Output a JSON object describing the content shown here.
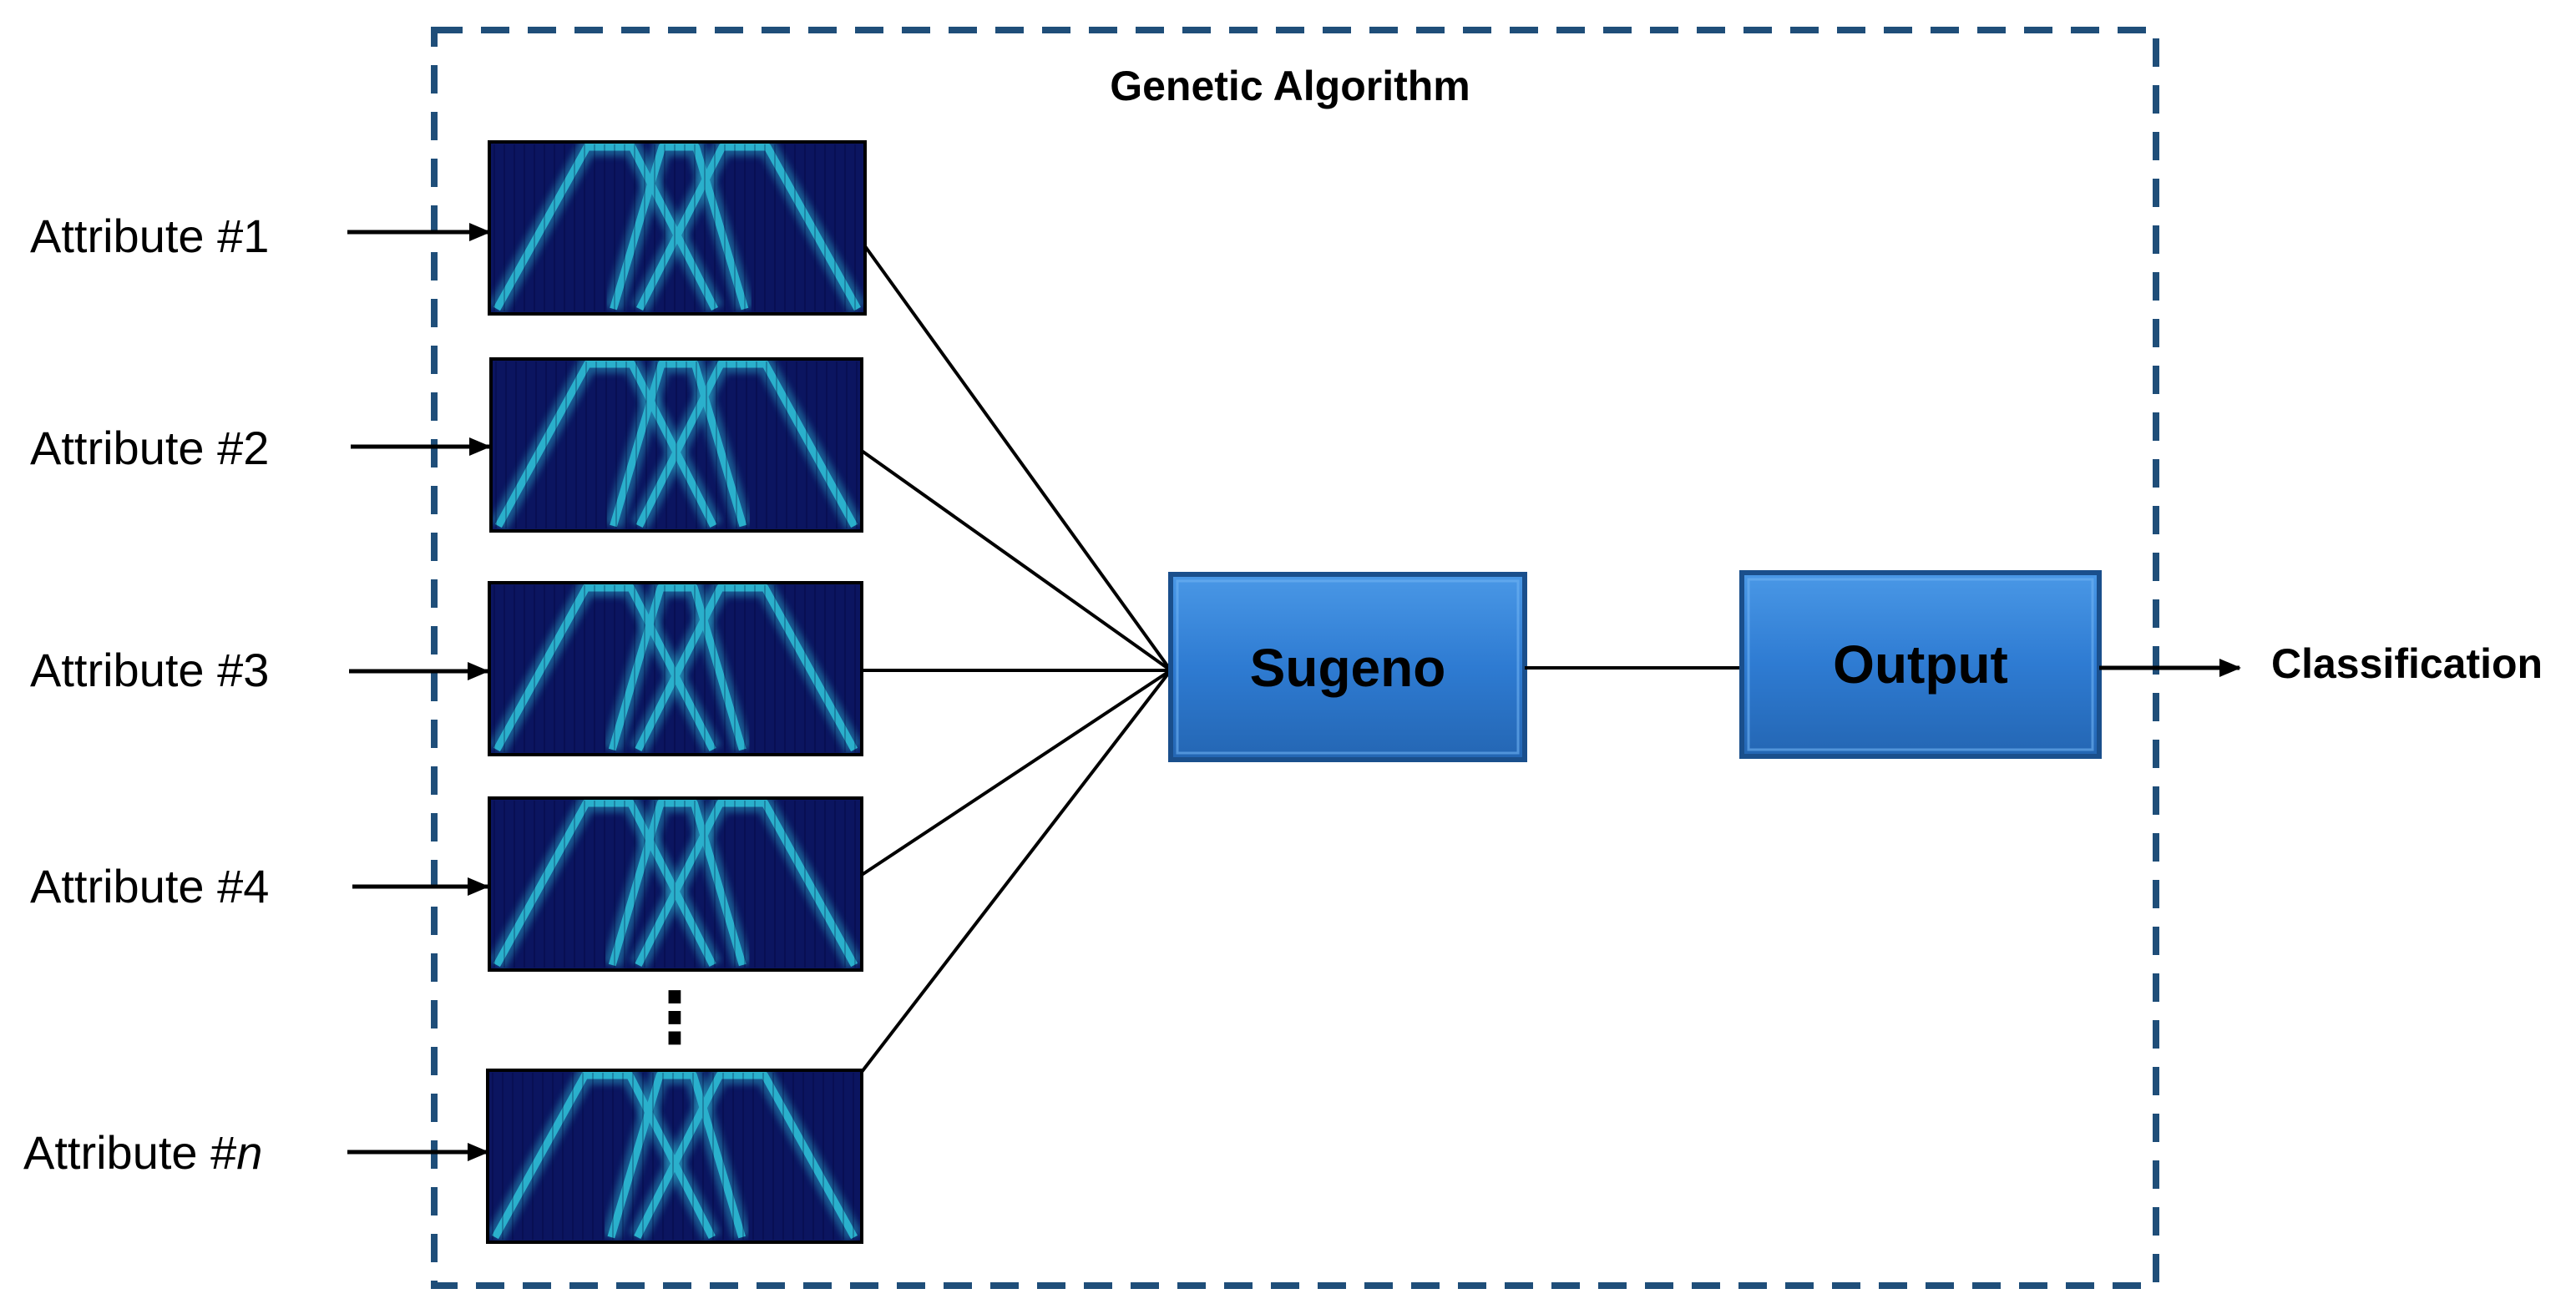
{
  "diagram": {
    "container_title": "Genetic Algorithm",
    "inputs": [
      {
        "label": "Attribute #1"
      },
      {
        "label": "Attribute #2"
      },
      {
        "label": "Attribute #3"
      },
      {
        "label": "Attribute #4"
      },
      {
        "label_prefix": "Attribute #",
        "label_var": "n"
      }
    ],
    "ellipsis": "⋮",
    "sugeno_label": "Sugeno",
    "output_label": "Output",
    "result_label": "Classification",
    "colors": {
      "container_border": "#1f4e79",
      "box_fill": "#2f7fd6",
      "box_border": "#1a4f8c",
      "mf_background": "#0b1560",
      "mf_curve": "#2ab0cc",
      "line": "#000000"
    }
  }
}
